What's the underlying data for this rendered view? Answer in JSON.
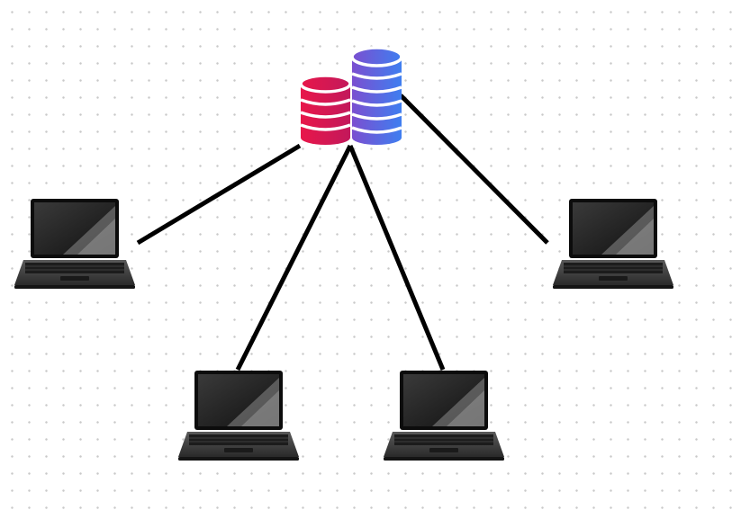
{
  "diagram": {
    "type": "network-topology",
    "hub": {
      "icon": "database-icon",
      "colors": {
        "left_stack": [
          "#e8174a",
          "#c2185b"
        ],
        "right_stack": [
          "#7b4fd0",
          "#3f7ef0"
        ]
      }
    },
    "nodes": [
      {
        "id": "laptop-left",
        "icon": "laptop-icon"
      },
      {
        "id": "laptop-bottom-left",
        "icon": "laptop-icon"
      },
      {
        "id": "laptop-bottom-right",
        "icon": "laptop-icon"
      },
      {
        "id": "laptop-right",
        "icon": "laptop-icon"
      }
    ],
    "connections": [
      {
        "from": "database",
        "to": "laptop-left"
      },
      {
        "from": "database",
        "to": "laptop-bottom-left"
      },
      {
        "from": "database",
        "to": "laptop-bottom-right"
      },
      {
        "from": "database",
        "to": "laptop-right"
      }
    ],
    "connector_color": "#000000",
    "grid": "dotted"
  }
}
